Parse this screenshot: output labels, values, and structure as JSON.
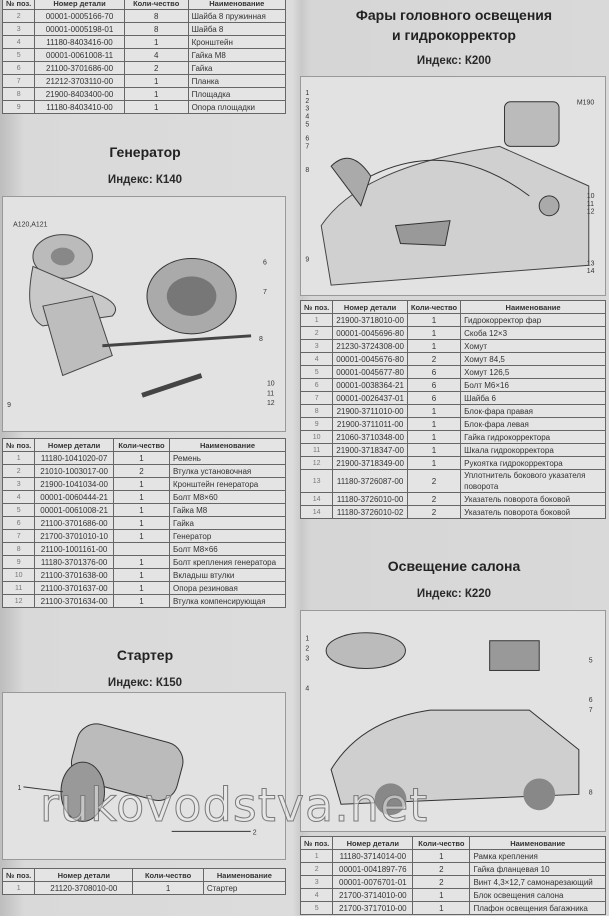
{
  "headers": {
    "pos": "№ поз.",
    "part": "Номер детали",
    "qty": "Коли-чество",
    "name": "Наименование"
  },
  "top_table": {
    "rows": [
      [
        "2",
        "00001-0005166-70",
        "8",
        "Шайба 8 пружинная"
      ],
      [
        "3",
        "00001-0005198-01",
        "8",
        "Шайба 8"
      ],
      [
        "4",
        "11180-8403416-00",
        "1",
        "Кронштейн"
      ],
      [
        "5",
        "00001-0061008-11",
        "4",
        "Гайка М8"
      ],
      [
        "6",
        "21100-3701686-00",
        "2",
        "Гайка"
      ],
      [
        "7",
        "21212-3703110-00",
        "1",
        "Планка"
      ],
      [
        "8",
        "21900-8403400-00",
        "1",
        "Площадка"
      ],
      [
        "9",
        "11180-8403410-00",
        "1",
        "Опора площадки"
      ]
    ]
  },
  "generator": {
    "title": "Генератор",
    "index": "Индекс: К140",
    "callouts": [
      "А120,А121",
      "6",
      "7",
      "8",
      "9",
      "10",
      "11",
      "12"
    ],
    "rows": [
      [
        "1",
        "11180-1041020-07",
        "1",
        "Ремень"
      ],
      [
        "2",
        "21010-1003017-00",
        "2",
        "Втулка установочная"
      ],
      [
        "3",
        "21900-1041034-00",
        "1",
        "Кронштейн генератора"
      ],
      [
        "4",
        "00001-0060444-21",
        "1",
        "Болт М8×60"
      ],
      [
        "5",
        "00001-0061008-21",
        "1",
        "Гайка М8"
      ],
      [
        "6",
        "21100-3701686-00",
        "1",
        "Гайка"
      ],
      [
        "7",
        "21700-3701010-10",
        "1",
        "Генератор"
      ],
      [
        "8",
        "21100-1001161-00",
        "",
        "Болт М8×66"
      ],
      [
        "9",
        "11180-3701376-00",
        "1",
        "Болт крепления генератора"
      ],
      [
        "10",
        "21100-3701638-00",
        "1",
        "Вкладыш втулки"
      ],
      [
        "11",
        "21100-3701637-00",
        "1",
        "Опора резиновая"
      ],
      [
        "12",
        "21100-3701634-00",
        "1",
        "Втулка компенсирующая"
      ]
    ]
  },
  "starter": {
    "title": "Стартер",
    "index": "Индекс: К150",
    "callouts": [
      "1",
      "2"
    ],
    "rows": [
      [
        "1",
        "21120-3708010-00",
        "1",
        "Стартер"
      ]
    ]
  },
  "headlights": {
    "title_line1": "Фары головного освещения",
    "title_line2": "и гидрокорректор",
    "index": "Индекс: К200",
    "callouts": [
      "1",
      "2",
      "3",
      "4",
      "5",
      "6",
      "7",
      "8",
      "9",
      "10",
      "11",
      "12",
      "13",
      "14",
      "М190"
    ],
    "rows": [
      [
        "1",
        "21900-3718010-00",
        "1",
        "Гидрокорректор фар"
      ],
      [
        "2",
        "00001-0045696-80",
        "1",
        "Скоба 12×3"
      ],
      [
        "3",
        "21230-3724308-00",
        "1",
        "Хомут"
      ],
      [
        "4",
        "00001-0045676-80",
        "2",
        "Хомут 84,5"
      ],
      [
        "5",
        "00001-0045677-80",
        "6",
        "Хомут 126,5"
      ],
      [
        "6",
        "00001-0038364-21",
        "6",
        "Болт М6×16"
      ],
      [
        "7",
        "00001-0026437-01",
        "6",
        "Шайба 6"
      ],
      [
        "8",
        "21900-3711010-00",
        "1",
        "Блок-фара правая"
      ],
      [
        "9",
        "21900-3711011-00",
        "1",
        "Блок-фара левая"
      ],
      [
        "10",
        "21060-3710348-00",
        "1",
        "Гайка гидрокорректора"
      ],
      [
        "11",
        "21900-3718347-00",
        "1",
        "Шкала гидрокорректора"
      ],
      [
        "12",
        "21900-3718349-00",
        "1",
        "Рукоятка гидрокорректора"
      ],
      [
        "13",
        "11180-3726087-00",
        "2",
        "Уплотнитель бокового указателя поворота"
      ],
      [
        "14",
        "11180-3726010-00",
        "2",
        "Указатель поворота боковой"
      ],
      [
        "14",
        "11180-3726010-02",
        "2",
        "Указатель поворота боковой"
      ]
    ]
  },
  "interior": {
    "title": "Освещение салона",
    "index": "Индекс: К220",
    "callouts": [
      "1",
      "2",
      "3",
      "4",
      "5",
      "6",
      "7",
      "8"
    ],
    "rows": [
      [
        "1",
        "11180-3714014-00",
        "1",
        "Рамка крепления"
      ],
      [
        "2",
        "00001-0041897-76",
        "2",
        "Гайка фланцевая 10"
      ],
      [
        "3",
        "00001-0076701-01",
        "2",
        "Винт 4,3×12,7 самонарезающий"
      ],
      [
        "4",
        "21700-3714010-00",
        "1",
        "Блок освещения салона"
      ],
      [
        "5",
        "21700-3717010-00",
        "1",
        "Плафон освещения багажника"
      ]
    ]
  },
  "watermark": "rukovodstva.net"
}
